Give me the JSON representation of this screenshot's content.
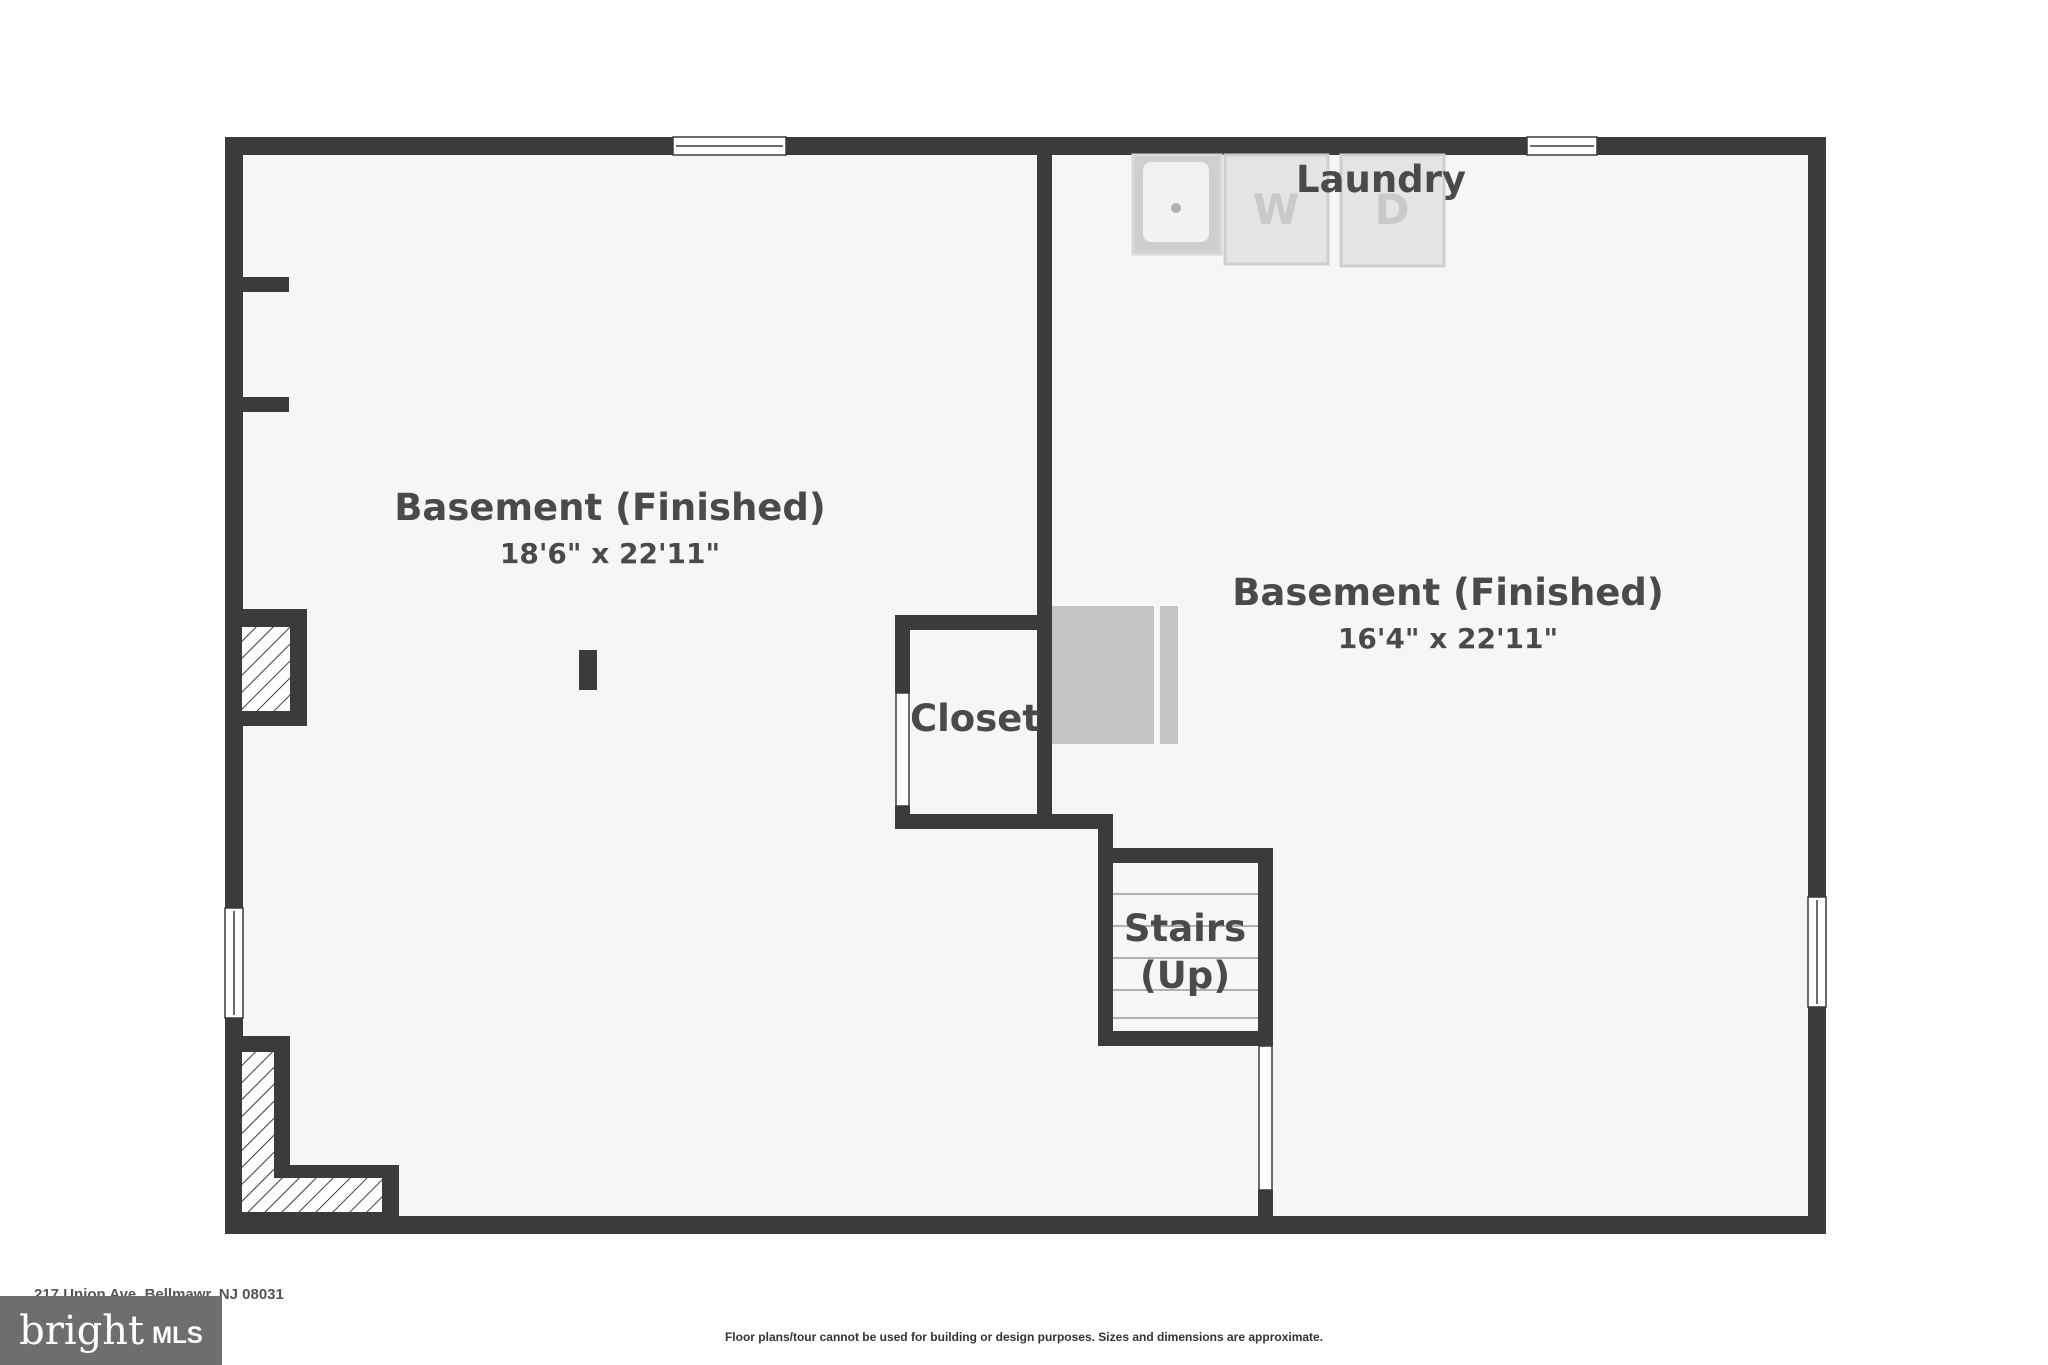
{
  "floorplan": {
    "rooms": [
      {
        "name": "Basement (Finished)",
        "dims": "18'6\" x 22'11\""
      },
      {
        "name": "Basement (Finished)",
        "dims": "16'4\" x 22'11\""
      },
      {
        "name": "Laundry"
      },
      {
        "name": "Closet"
      },
      {
        "name": "Stairs",
        "name2": "(Up)"
      }
    ],
    "appliances": {
      "washer": "W",
      "dryer": "D"
    },
    "colors": {
      "wall": "#3b3b3b",
      "floor": "#f6f6f6",
      "fixture": "#c4c4c4"
    }
  },
  "footer": {
    "address": "217 Union Ave, Bellmawr, NJ 08031",
    "disclaimer": "Floor plans/tour cannot be used for building or design purposes. Sizes and dimensions are approximate.",
    "logo": {
      "word": "bright",
      "mls": "MLS"
    }
  }
}
